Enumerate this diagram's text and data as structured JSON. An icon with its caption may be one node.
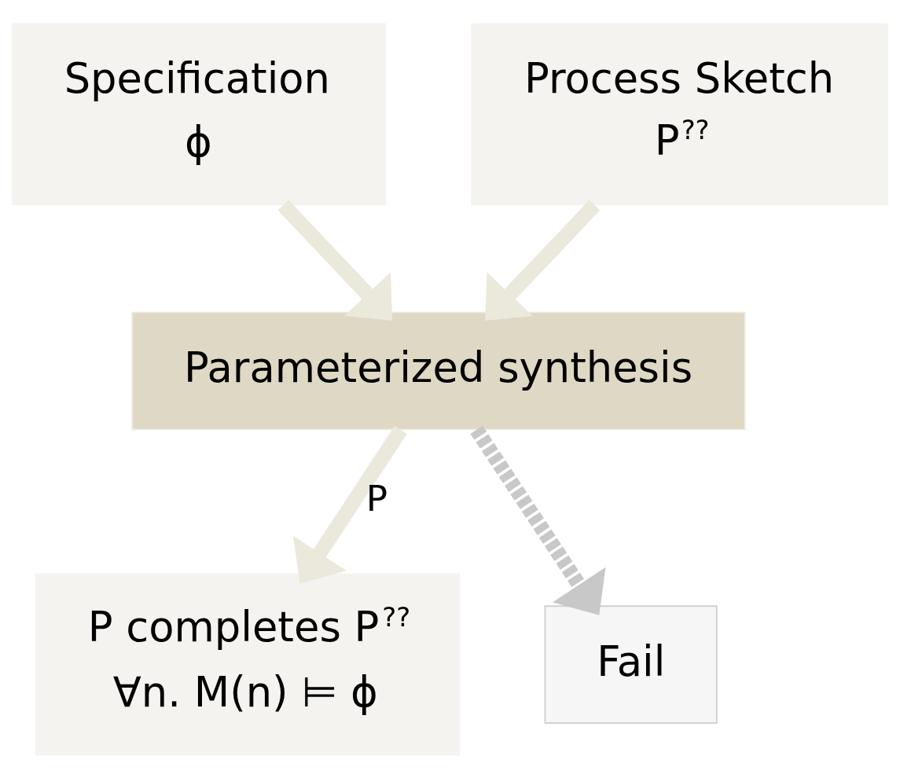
{
  "diagram": {
    "nodes": [
      {
        "text": [
          "Specification",
          "ϕ"
        ]
      },
      {
        "text": [
          "Process Sketch",
          "P$^{??}$"
        ]
      },
      {
        "text": [
          "Parameterized synthesis"
        ]
      },
      {
        "text": [
          "P completes P$^{??}$",
          "∀n. M(n) ⊨ ϕ"
        ]
      },
      {
        "text": [
          "Fail"
        ]
      }
    ],
    "edges": [
      {
        "from": 0,
        "to": 2,
        "arrow": "to"
      },
      {
        "from": 1,
        "to": 2,
        "arrow": "to"
      },
      {
        "from": 2,
        "to": 3,
        "arrow": "to",
        "label": "P"
      },
      {
        "from": 2,
        "to": 4,
        "arrow": "to",
        "style": "dashed",
        "color": "#c8c8c8"
      }
    ]
  }
}
